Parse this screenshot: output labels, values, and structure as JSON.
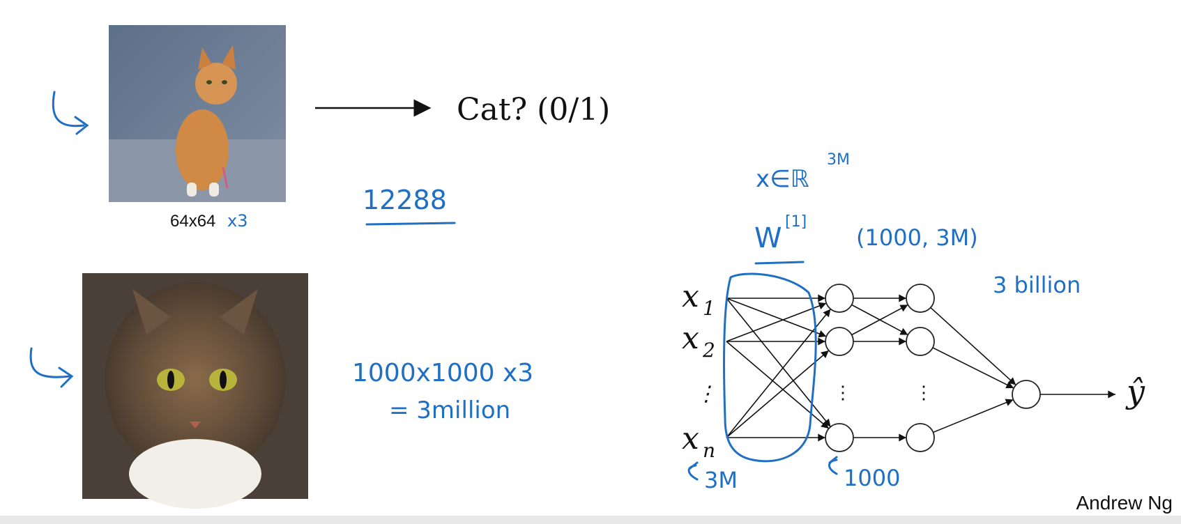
{
  "colors": {
    "ink_blue": "#1f6fc4",
    "ink_black": "#111111",
    "node_stroke": "#222222"
  },
  "slide": {
    "small_image": {
      "label": "64x64",
      "note": "x3"
    },
    "small_feature_count": "12288",
    "question": "Cat? (0/1)",
    "big_image_note": {
      "line1": "1000x1000 x3",
      "line2": "= 3million"
    }
  },
  "network": {
    "input_set": "x∈ℝ",
    "input_dim": "3M",
    "weight_symbol": "W",
    "weight_sup": "[1]",
    "weight_shape": "(1000, 3M)",
    "param_count": "3 billion",
    "input_labels": [
      "x",
      "x",
      "x"
    ],
    "input_subscripts": [
      "1",
      "2",
      "n"
    ],
    "input_size_note": "3M",
    "hidden_size_note": "1000",
    "ellipsis": "⋮",
    "output_label": "ŷ"
  },
  "credit": "Andrew Ng"
}
